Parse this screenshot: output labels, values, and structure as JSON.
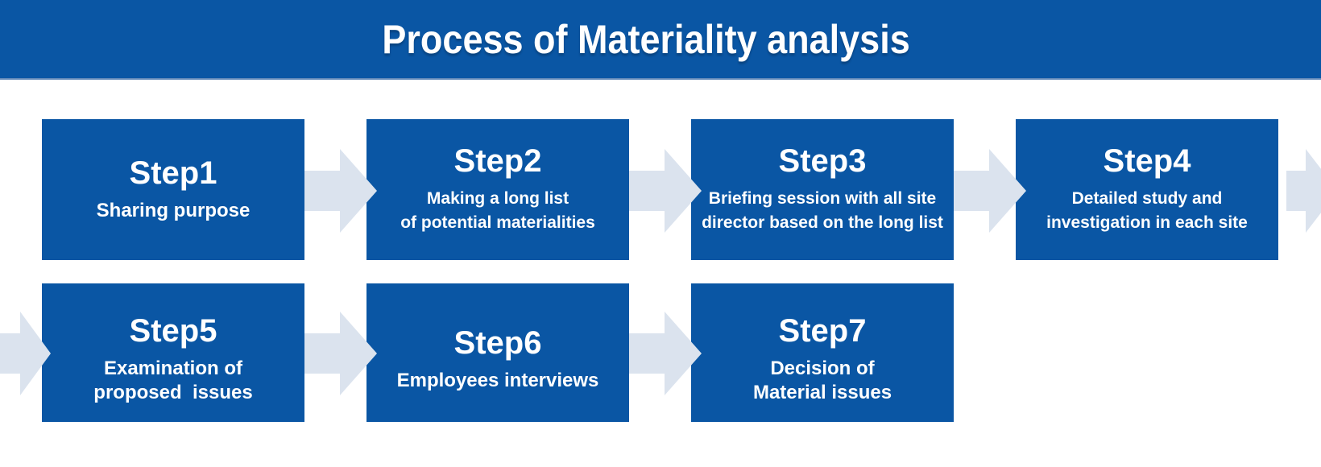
{
  "colors": {
    "primary_blue": "#0a56a4",
    "arrow_light": "#dbe3ee",
    "header_edge": "#6189b9",
    "text": "#ffffff"
  },
  "header": {
    "title": "Process of Materiality analysis"
  },
  "steps": [
    {
      "title": "Step1",
      "lines": [
        "Sharing purpose"
      ]
    },
    {
      "title": "Step2",
      "lines": [
        "Making a long list",
        "of potential materialities"
      ]
    },
    {
      "title": "Step3",
      "lines": [
        "Briefing session with all site",
        "director based on the long list"
      ]
    },
    {
      "title": "Step4",
      "lines": [
        "Detailed study and",
        "investigation in each site"
      ]
    },
    {
      "title": "Step5",
      "lines": [
        "Examination of",
        "proposed  issues"
      ]
    },
    {
      "title": "Step6",
      "lines": [
        "Employees interviews"
      ]
    },
    {
      "title": "Step7",
      "lines": [
        "Decision of",
        "Material issues"
      ]
    }
  ]
}
